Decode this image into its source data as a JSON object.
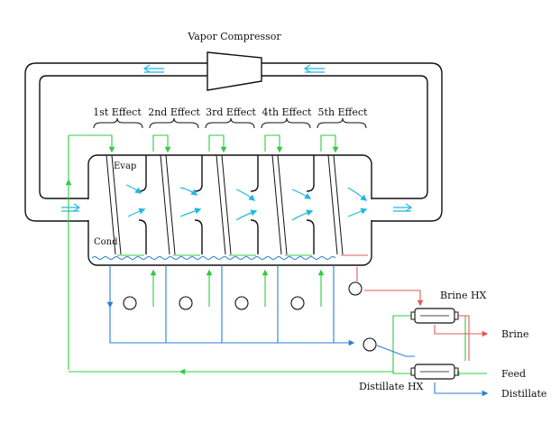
{
  "labels": {
    "compressor": "Vapor Compressor",
    "effects": [
      "1st Effect",
      "2nd Effect",
      "3rd Effect",
      "4th Effect",
      "5th Effect"
    ],
    "evap": "Evap",
    "cond": "Cond",
    "brine_hx": "Brine HX",
    "distillate_hx": "Distillate HX",
    "brine": "Brine",
    "feed": "Feed",
    "distillate": "Distillate"
  },
  "colors": {
    "outline": "#111111",
    "vapor": "#22b8e0",
    "feed": "#2ecc40",
    "distillate": "#2a7fd4",
    "brine": "#e05a5a"
  }
}
